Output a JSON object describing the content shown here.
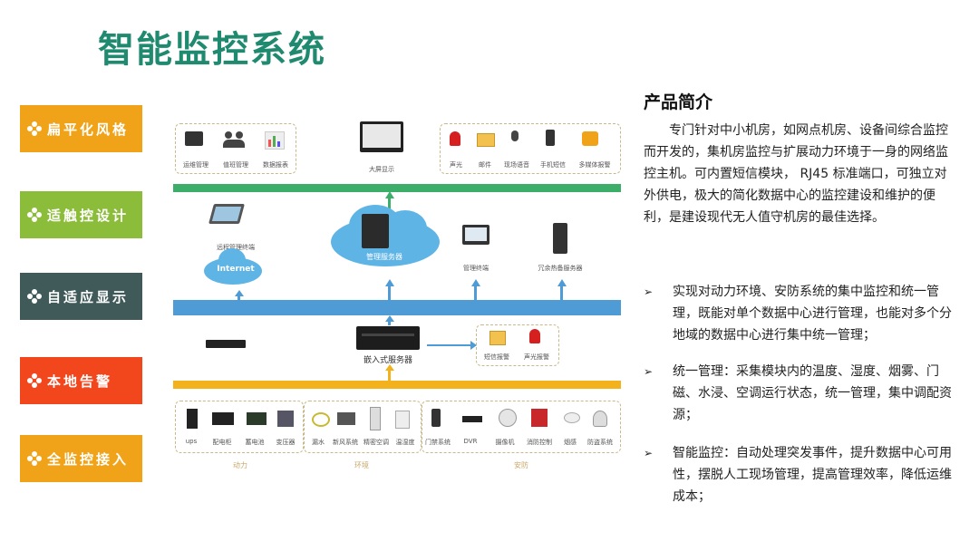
{
  "title": "智能监控系统",
  "features": [
    {
      "label": "扁平化风格",
      "color": "#f0a318"
    },
    {
      "label": "适触控设计",
      "color": "#8cbd3a"
    },
    {
      "label": "自适应显示",
      "color": "#3f5a59"
    },
    {
      "label": "本地告警",
      "color": "#f2461c"
    },
    {
      "label": "全监控接入",
      "color": "#f0a318"
    }
  ],
  "diagram": {
    "top_left_items": [
      "运维管理",
      "值班管理",
      "数据报表"
    ],
    "big_screen": "大屏显示",
    "top_right_items": [
      "声光",
      "邮件",
      "现场语音",
      "手机短信",
      "多媒体报警"
    ],
    "remote_terminal": "远程管理终端",
    "internet": "Internet",
    "mgmt_server": "管理服务器",
    "mgmt_terminal": "管理终端",
    "backup_server": "冗余热备服务器",
    "embedded_server": "嵌入式服务器",
    "alarm_items": [
      "短信报警",
      "声光报警"
    ],
    "power_items": [
      "ups",
      "配电柜",
      "蓄电池",
      "变压器"
    ],
    "env_items": [
      "漏水",
      "新风系统",
      "精密空调",
      "温湿度"
    ],
    "security_items": [
      "门禁系统",
      "DVR",
      "摄像机",
      "消防控制",
      "烟感",
      "防盗系统"
    ],
    "groups": [
      "动力",
      "环境",
      "安防"
    ],
    "colors": {
      "green_bar": "#3dae6a",
      "blue_bar": "#4f9bd5",
      "yellow_bar": "#f3b11b"
    }
  },
  "product": {
    "heading": "产品简介",
    "intro": "专门针对中小机房，如网点机房、设备间综合监控而开发的，集机房监控与扩展动力环境于一身的网络监控主机。可内置短信模块， RJ45 标准端口，可独立对外供电，极大的简化数据中心的监控建设和维护的便利，是建设现代无人值守机房的最佳选择。",
    "bullet_marker": "➢",
    "bullets": [
      "实现对动力环境、安防系统的集中监控和统一管理，既能对单个数据中心进行管理，也能对多个分地域的数据中心进行集中统一管理；",
      "统一管理：采集模块内的温度、湿度、烟雾、门磁、水浸、空调运行状态，统一管理，集中调配资源；",
      "智能监控：自动处理突发事件，提升数据中心可用性，摆脱人工现场管理，提高管理效率，降低运维成本；"
    ]
  }
}
